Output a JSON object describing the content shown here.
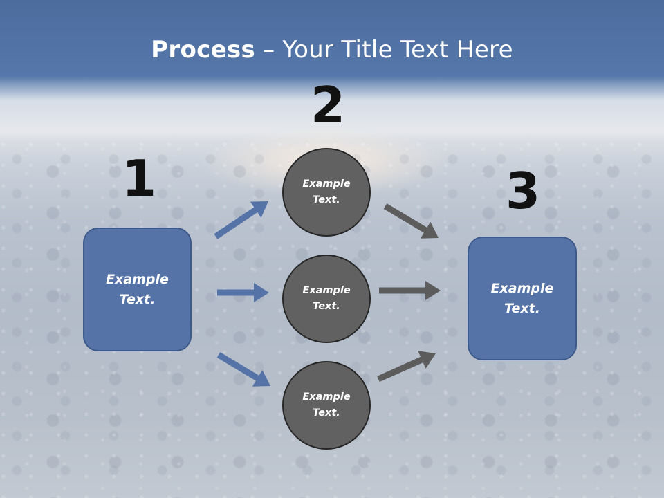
{
  "slide": {
    "title_bold": "Process",
    "title_rest": " – Your Title Text Here"
  },
  "steps": [
    {
      "number": "1"
    },
    {
      "number": "2"
    },
    {
      "number": "3"
    }
  ],
  "input_box": {
    "label": "Example\nText."
  },
  "middle_circles": [
    {
      "label": "Example\nText."
    },
    {
      "label": "Example\nText."
    },
    {
      "label": "Example\nText."
    }
  ],
  "output_box": {
    "label": "Example\nText."
  },
  "colors": {
    "box_fill": "#5673a8",
    "circle_fill": "#616161",
    "blue_arrow": "#5673a8",
    "gray_arrow": "#5c5c5c"
  }
}
